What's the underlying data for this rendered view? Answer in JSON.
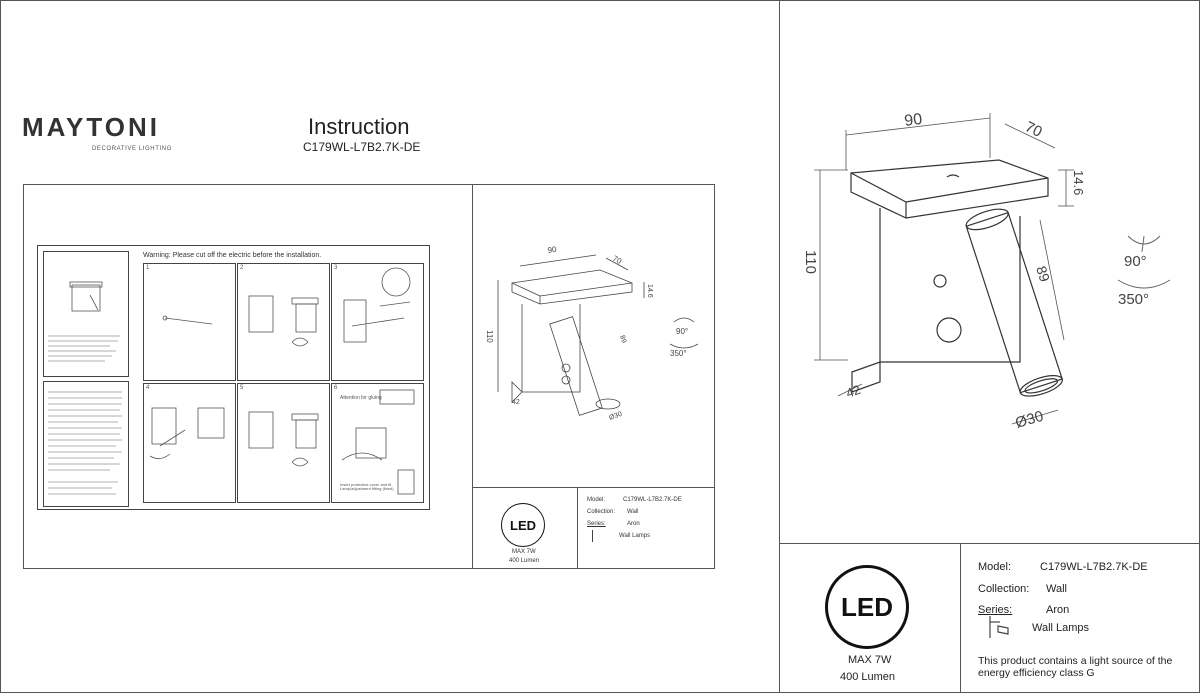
{
  "brand": {
    "name": "MAYTONI",
    "tagline": "DECORATIVE LIGHTING"
  },
  "doc": {
    "title": "Instruction",
    "model": "C179WL-L7B2.7K-DE"
  },
  "inner_sheet": {
    "warning": "Warning: Please cut off the electric before the installation.",
    "steps": [
      "1",
      "2",
      "3",
      "4",
      "5",
      "6"
    ],
    "notes": [
      "Attention for gluing",
      "Insert protective cover and fit\nLamp/adjustment fitting (fixed)"
    ]
  },
  "drawing": {
    "width": "90",
    "depth": "70",
    "plate_height": "14.6",
    "height": "110",
    "arm_length": "89",
    "base": "42",
    "diameter": "Ø30",
    "tilt": "90°",
    "rotation": "350°"
  },
  "small_drawing": {
    "width": "90",
    "depth": "70",
    "plate_height": "14.6",
    "height": "110",
    "arm_length": "89",
    "base": "42",
    "diameter": "Ø30",
    "tilt": "90°",
    "rotation": "350°"
  },
  "spec": {
    "led": "LED",
    "max": "MAX 7W",
    "lumen": "400 Lumen",
    "model_label": "Model:",
    "model_value": "C179WL-L7B2.7K-DE",
    "collection_label": "Collection:",
    "collection_value": "Wall",
    "series_label": "Series:",
    "series_value": "Aron",
    "type_value": "Wall Lamps",
    "energy": "This product contains a light source of the energy efficiency class G"
  },
  "small_spec": {
    "led": "LED",
    "max": "MAX 7W",
    "lumen": "400 Lumen",
    "model_label": "Model:",
    "model_value": "C179WL-L7B2.7K-DE",
    "collection_label": "Collection:",
    "collection_value": "Wall",
    "series_label": "Series:",
    "series_value": "Aron",
    "type_value": "Wall Lamps"
  }
}
